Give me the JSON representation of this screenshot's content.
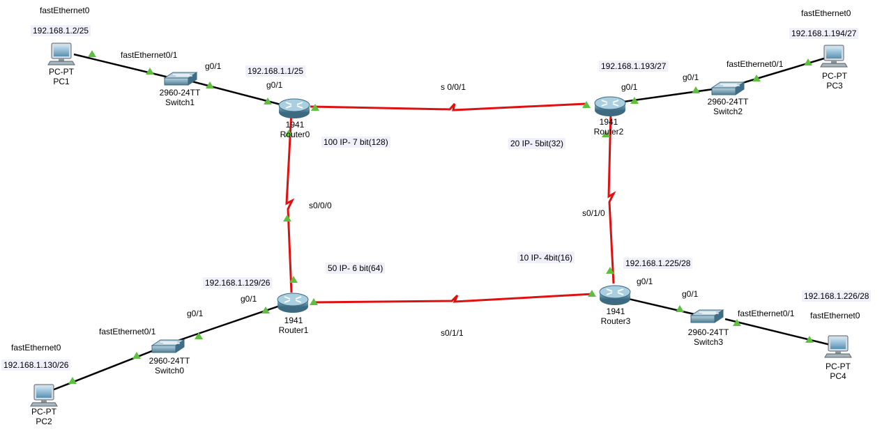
{
  "devices": {
    "pc1": {
      "model": "PC-PT",
      "name": "PC1"
    },
    "pc2": {
      "model": "PC-PT",
      "name": "PC2"
    },
    "pc3": {
      "model": "PC-PT",
      "name": "PC3"
    },
    "pc4": {
      "model": "PC-PT",
      "name": "PC4"
    },
    "switch0": {
      "model": "2960-24TT",
      "name": "Switch0"
    },
    "switch1": {
      "model": "2960-24TT",
      "name": "Switch1"
    },
    "switch2": {
      "model": "2960-24TT",
      "name": "Switch2"
    },
    "switch3": {
      "model": "2960-24TT",
      "name": "Switch3"
    },
    "router0": {
      "model": "1941",
      "name": "Router0"
    },
    "router1": {
      "model": "1941",
      "name": "Router1"
    },
    "router2": {
      "model": "1941",
      "name": "Router2"
    },
    "router3": {
      "model": "1941",
      "name": "Router3"
    }
  },
  "labels": {
    "pc1_iface": "fastEthernet0",
    "pc1_ip": "192.168.1.2/25",
    "sw1_fa": "fastEthernet0/1",
    "sw1_g": "g0/1",
    "r0_ip": "192.168.1.1/25",
    "r0_g": "g0/1",
    "s001": "s 0/0/1",
    "r2_ip": "192.168.1.193/27",
    "r2_g": "g0/1",
    "sw2_g": "g0/1",
    "sw2_fa": "fastEthernet0/1",
    "pc3_iface": "fastEthernet0",
    "pc3_ip": "192.168.1.194/27",
    "s000": "s0/0/0",
    "s010": "s0/1/0",
    "r1_ip": "192.168.1.129/26",
    "r1_g": "g0/1",
    "sw0_g": "g0/1",
    "sw0_fa": "fastEthernet0/1",
    "pc2_iface": "fastEthernet0",
    "pc2_ip": "192.168.1.130/26",
    "r3_ip": "192.168.1.225/28",
    "r3_g": "g0/1",
    "sw3_g": "g0/1",
    "sw3_fa": "fastEthernet0/1",
    "pc4_ip": "192.168.1.226/28",
    "pc4_iface": "fastEthernet0",
    "s011": "s0/1/1"
  },
  "notes": {
    "lan0": "100 IP- 7 bit(128)",
    "lan2": "20 IP- 5bit(32)",
    "lan1": "50 IP- 6 bit(64)",
    "lan3": "10 IP- 4bit(16)"
  },
  "colors": {
    "serial_link": "#e01010",
    "ethernet_link": "#000000",
    "port_up": "#5fbf3f",
    "router_body": "#5f8fa8",
    "note_bg": "#f0f0fa"
  }
}
